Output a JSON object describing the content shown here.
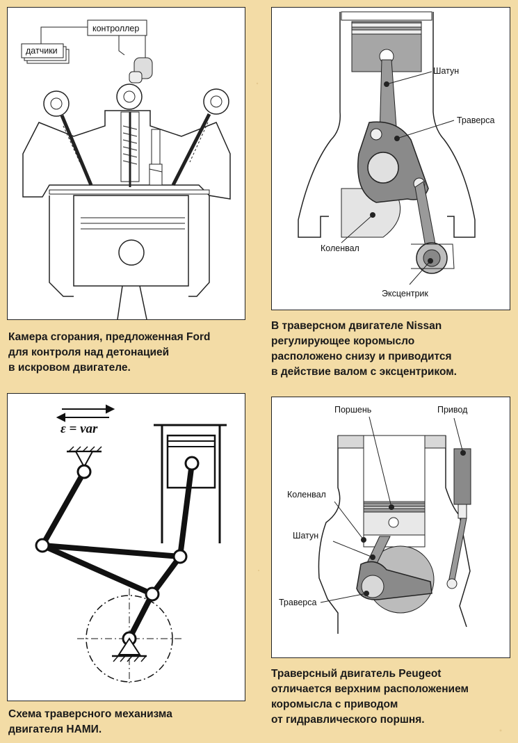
{
  "panels": {
    "ford": {
      "labels": {
        "sensors": "датчики",
        "controller": "контроллер"
      },
      "caption": [
        "Камера сгорания, предложенная Ford",
        "для контроля над детонацией",
        "в искровом двигателе."
      ]
    },
    "nissan": {
      "labels": {
        "rod": "Шатун",
        "traverse": "Траверса",
        "crankshaft": "Коленвал",
        "eccentric": "Эксцентрик"
      },
      "caption": [
        "В траверсном двигателе Nissan",
        "регулирующее коромысло",
        "расположено снизу и приводится",
        "в действие валом с эксцентриком."
      ]
    },
    "nami": {
      "labels": {
        "epsilon": "ε = var"
      },
      "caption": [
        "Схема траверсного механизма",
        "двигателя НАМИ."
      ]
    },
    "peugeot": {
      "labels": {
        "piston": "Поршень",
        "drive": "Привод",
        "crankshaft": "Коленвал",
        "rod": "Шатун",
        "traverse": "Траверса"
      },
      "caption": [
        "Траверсный двигатель Peugeot",
        "отличается верхним расположением",
        "коромысла с приводом",
        "от гидравлического поршня."
      ]
    }
  },
  "colors": {
    "background": "#f3dca6",
    "panel": "#ffffff",
    "metal_gray": "#8a8a8a",
    "light_gray": "#dcdcdc"
  }
}
